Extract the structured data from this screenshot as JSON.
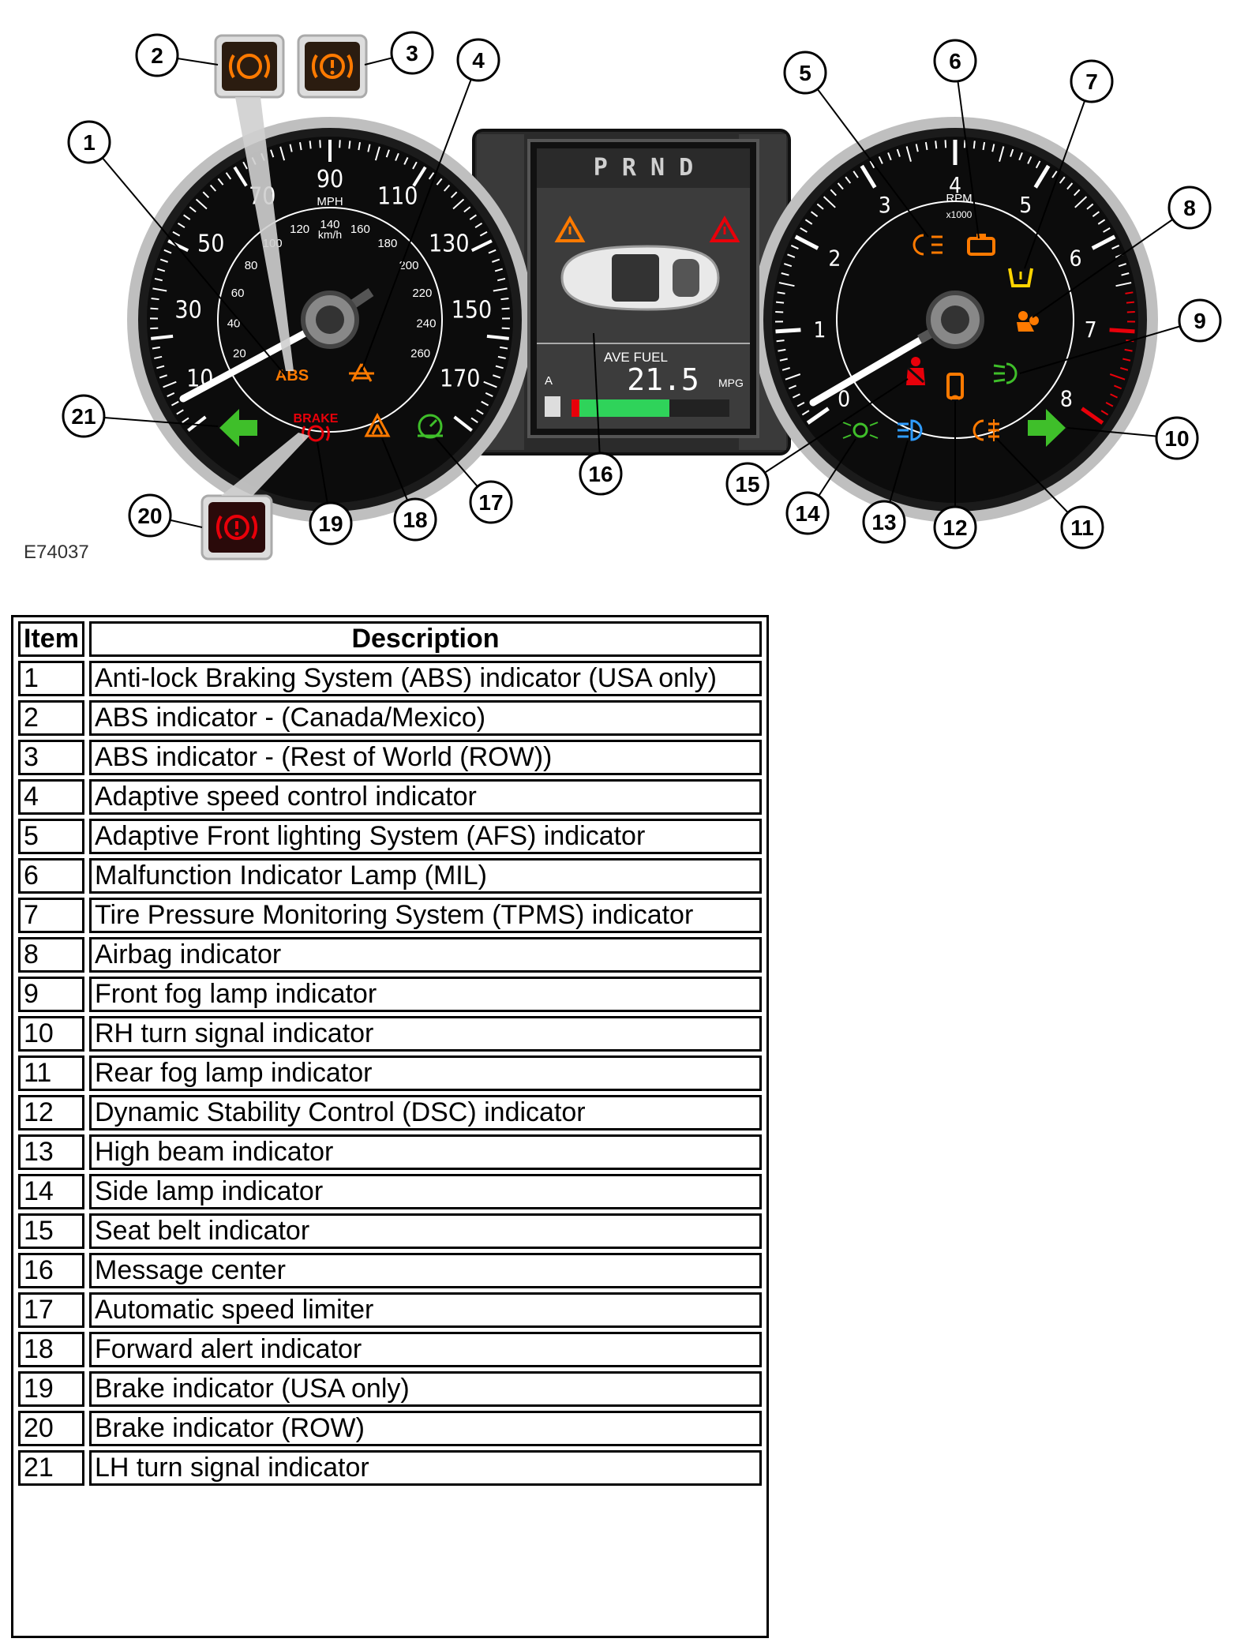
{
  "figure_id": "E74037",
  "cluster": {
    "speedometer": {
      "mph_ticks": [
        "10",
        "30",
        "50",
        "70",
        "90",
        "110",
        "130",
        "150",
        "170"
      ],
      "kmh_ticks": [
        "20",
        "40",
        "60",
        "80",
        "100",
        "120",
        "140",
        "160",
        "180",
        "200",
        "220",
        "240",
        "260"
      ],
      "unit_mph": "MPH",
      "unit_kmh": "km/h"
    },
    "tachometer": {
      "ticks": [
        "0",
        "1",
        "2",
        "3",
        "4",
        "5",
        "6",
        "7",
        "8"
      ],
      "unit_top": "RPM",
      "unit_bottom": "x1000"
    },
    "message_center": {
      "gears": "P R N D",
      "fuel_label": "AVE FUEL",
      "fuel_value": "21.5",
      "fuel_unit": "MPG",
      "fuel_trip": "A",
      "fuel_gauge_level": 0.62
    },
    "lamp_text": {
      "abs": "ABS",
      "brake": "BRAKE"
    },
    "callouts": [
      "1",
      "2",
      "3",
      "4",
      "5",
      "6",
      "7",
      "8",
      "9",
      "10",
      "11",
      "12",
      "13",
      "14",
      "15",
      "16",
      "17",
      "18",
      "19",
      "20",
      "21"
    ],
    "colors": {
      "amber": "#ff7a00",
      "red": "#e8000a",
      "green": "#3fbf2a",
      "blue": "#2f9cff",
      "yellow": "#ffd400"
    }
  },
  "legend": {
    "header_item": "Item",
    "header_description": "Description",
    "rows": [
      {
        "item": "1",
        "description": "Anti-lock Braking System (ABS) indicator (USA only)"
      },
      {
        "item": "2",
        "description": "ABS indicator - (Canada/Mexico)"
      },
      {
        "item": "3",
        "description": "ABS indicator - (Rest of World (ROW))"
      },
      {
        "item": "4",
        "description": "Adaptive speed control indicator"
      },
      {
        "item": "5",
        "description": "Adaptive Front lighting System (AFS) indicator"
      },
      {
        "item": "6",
        "description": "Malfunction Indicator Lamp (MIL)"
      },
      {
        "item": "7",
        "description": "Tire Pressure Monitoring System (TPMS) indicator"
      },
      {
        "item": "8",
        "description": "Airbag indicator"
      },
      {
        "item": "9",
        "description": "Front fog lamp indicator"
      },
      {
        "item": "10",
        "description": "RH turn signal indicator"
      },
      {
        "item": "11",
        "description": "Rear fog lamp indicator"
      },
      {
        "item": "12",
        "description": "Dynamic Stability Control (DSC) indicator"
      },
      {
        "item": "13",
        "description": "High beam indicator"
      },
      {
        "item": "14",
        "description": "Side lamp indicator"
      },
      {
        "item": "15",
        "description": "Seat belt indicator"
      },
      {
        "item": "16",
        "description": "Message center"
      },
      {
        "item": "17",
        "description": "Automatic speed limiter"
      },
      {
        "item": "18",
        "description": "Forward alert indicator"
      },
      {
        "item": "19",
        "description": "Brake indicator (USA only)"
      },
      {
        "item": "20",
        "description": "Brake indicator (ROW)"
      },
      {
        "item": "21",
        "description": "LH turn signal indicator"
      }
    ]
  }
}
